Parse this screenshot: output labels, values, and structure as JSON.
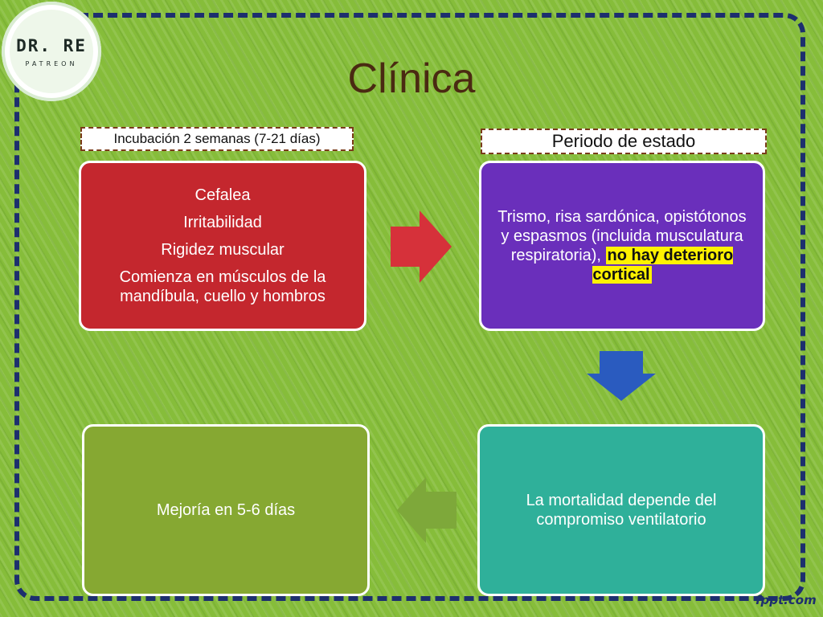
{
  "logo": {
    "main": "DR. RE",
    "sub": "PATREON"
  },
  "title": "Clínica",
  "labels": {
    "incubation": "Incubación 2 semanas (7-21 días)",
    "period": "Periodo de estado"
  },
  "cards": {
    "red": {
      "lines": [
        "Cefalea",
        "Irritabilidad",
        "Rigidez muscular",
        "Comienza en músculos de la mandíbula, cuello y hombros"
      ]
    },
    "purple": {
      "text": "Trismo, risa sardónica, opistótonos y espasmos (incluida musculatura respiratoria), ",
      "highlight": "no hay deterioro cortical"
    },
    "teal": {
      "text": "La mortalidad depende del compromiso ventilatorio"
    },
    "olive": {
      "text": "Mejoría en 5-6 días"
    }
  },
  "watermark": "fppt.com",
  "colors": {
    "background": "#86bd3a",
    "frame": "#1d2f6e",
    "red": "#c4272e",
    "purple": "#6a2fbb",
    "teal": "#2fb09a",
    "olive": "#86a832",
    "arrow_right": "#d6313a",
    "arrow_down": "#2a5bbf",
    "arrow_left": "#7ea83a",
    "highlight": "#fff200"
  },
  "icons": {
    "arrow_right": "arrow-right-icon",
    "arrow_down": "arrow-down-icon",
    "arrow_left": "arrow-left-icon"
  }
}
